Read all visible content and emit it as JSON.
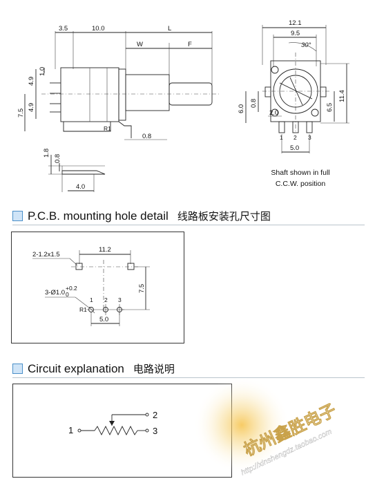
{
  "top_drawing": {
    "side_dims": [
      "3.5",
      "10.0",
      "L",
      "W",
      "F",
      "4.9",
      "1.0",
      "4.9",
      "7.5",
      "R1",
      "0.8"
    ],
    "foot_dims": [
      "1.8",
      "0.8",
      "4.0"
    ],
    "front_dims": [
      "12.1",
      "9.5",
      "30°",
      "11.4",
      "6.0",
      "0.8",
      "2.0",
      "6.5",
      "5.0"
    ],
    "pin_labels": [
      "1",
      "2",
      "3"
    ],
    "shaft_note_line1": "Shaft shown in full",
    "shaft_note_line2": "C.C.W. position"
  },
  "pcb_section": {
    "title_en": "P.C.B. mounting hole detail",
    "title_zh": "线路板安装孔尺寸图",
    "dims": {
      "slot": "2-1.2x1.5",
      "width": "11.2",
      "height": "7.5",
      "holes_base": "3-Ø1.0",
      "holes_tol": "+0.2",
      "holes_tol_low": "0",
      "r1": "R1",
      "pitch": "5.0"
    },
    "pin_labels": [
      "1",
      "2",
      "3"
    ]
  },
  "circuit_section": {
    "title_en": "Circuit explanation",
    "title_zh": "电路说明",
    "pin1": "1",
    "pin2": "2",
    "pin3": "3"
  },
  "watermark": {
    "line1": "杭州鑫胜电子",
    "line2": "http://xinshengdz.taobao.com"
  },
  "colors": {
    "heading_square": "#cfe4f7",
    "heading_square_border": "#4a8fc8",
    "watermark_text": "#ffffff",
    "watermark_glow": "#f2b640"
  }
}
